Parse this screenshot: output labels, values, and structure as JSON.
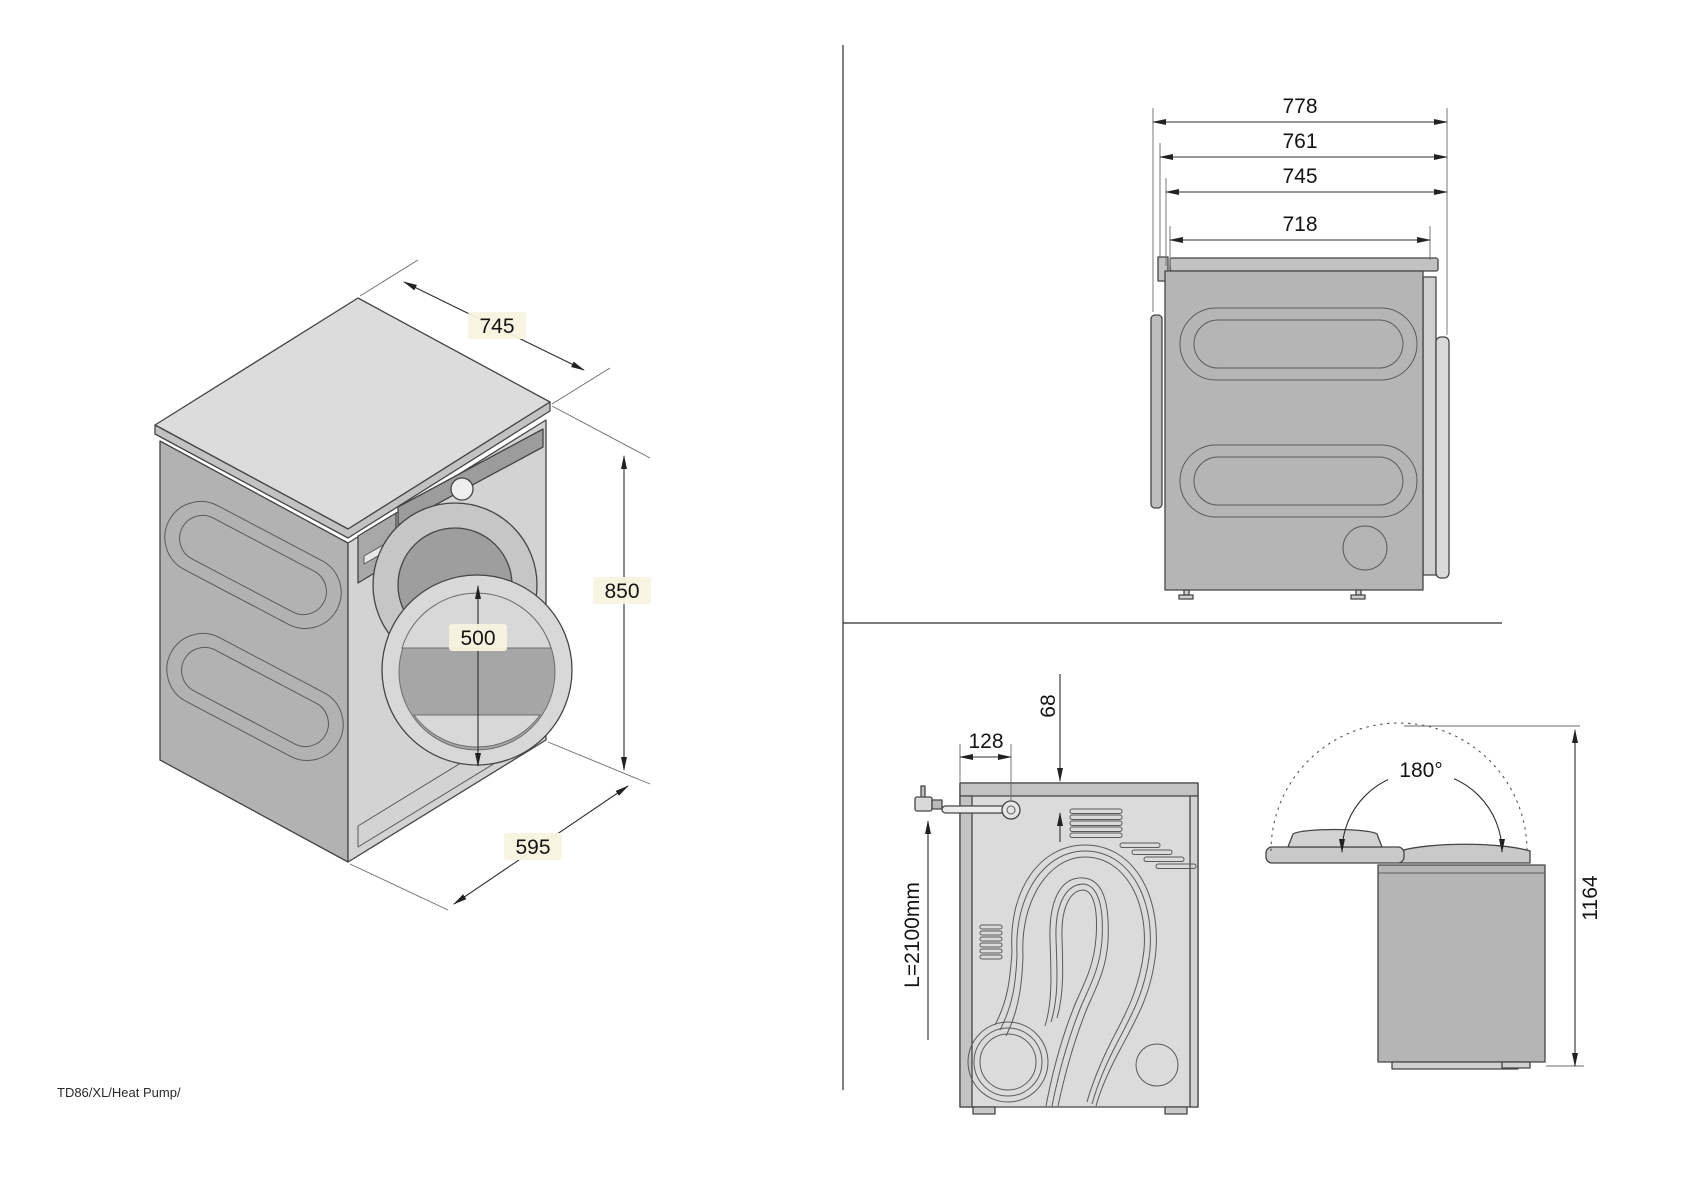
{
  "page": {
    "footer": "TD86/XL/Heat Pump/"
  },
  "isometric_view": {
    "dims": {
      "depth": "745",
      "height": "850",
      "door_diameter": "500",
      "width": "595"
    }
  },
  "side_view": {
    "dims": {
      "depth_overall": "778",
      "depth_with_rear_panel": "761",
      "depth_cabinet": "745",
      "depth_body": "718"
    }
  },
  "rear_view": {
    "dims": {
      "cable_offset_horizontal": "128",
      "cable_offset_vertical": "68",
      "cable_length": "L=2100mm"
    }
  },
  "lid_view": {
    "dims": {
      "opening_angle": "180°",
      "height_lid_open": "1164"
    }
  }
}
